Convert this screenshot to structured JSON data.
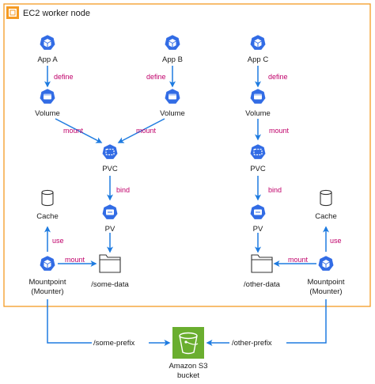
{
  "container": {
    "title": "EC2 worker node",
    "border_color": "#f59a23"
  },
  "colors": {
    "k8s_blue": "#326ce5",
    "arrow_blue": "#1e7be0",
    "edge_label": "#c0006a",
    "s3_green": "#6aae2f"
  },
  "nodes": {
    "app_a": {
      "label": "App A",
      "icon": "kubernetes-pod-icon"
    },
    "app_b": {
      "label": "App B",
      "icon": "kubernetes-pod-icon"
    },
    "app_c": {
      "label": "App C",
      "icon": "kubernetes-pod-icon"
    },
    "vol_a": {
      "label": "Volume",
      "icon": "kubernetes-volume-icon"
    },
    "vol_b": {
      "label": "Volume",
      "icon": "kubernetes-volume-icon"
    },
    "vol_c": {
      "label": "Volume",
      "icon": "kubernetes-volume-icon"
    },
    "pvc_left": {
      "label": "PVC",
      "icon": "kubernetes-pvc-icon"
    },
    "pvc_right": {
      "label": "PVC",
      "icon": "kubernetes-pvc-icon"
    },
    "pv_left": {
      "label": "PV",
      "icon": "kubernetes-pv-icon"
    },
    "pv_right": {
      "label": "PV",
      "icon": "kubernetes-pv-icon"
    },
    "cache_left": {
      "label": "Cache",
      "icon": "cylinder-icon"
    },
    "cache_right": {
      "label": "Cache",
      "icon": "cylinder-icon"
    },
    "mounter_left": {
      "label1": "Mountpoint",
      "label2": "(Mounter)",
      "icon": "kubernetes-pod-icon"
    },
    "mounter_right": {
      "label1": "Mountpoint",
      "label2": "(Mounter)",
      "icon": "kubernetes-pod-icon"
    },
    "folder_left": {
      "label": "/some-data",
      "icon": "folder-icon"
    },
    "folder_right": {
      "label": "/other-data",
      "icon": "folder-icon"
    },
    "s3": {
      "label1": "Amazon S3",
      "label2": "bucket",
      "icon": "s3-bucket-icon"
    }
  },
  "edges": {
    "define_a": "define",
    "define_b": "define",
    "define_c": "define",
    "mount_a": "mount",
    "mount_b": "mount",
    "mount_c": "mount",
    "bind_left": "bind",
    "bind_right": "bind",
    "use_left": "use",
    "use_right": "use",
    "mount_folder_left": "mount",
    "mount_folder_right": "mount",
    "prefix_left": "/some-prefix",
    "prefix_right": "/other-prefix"
  }
}
